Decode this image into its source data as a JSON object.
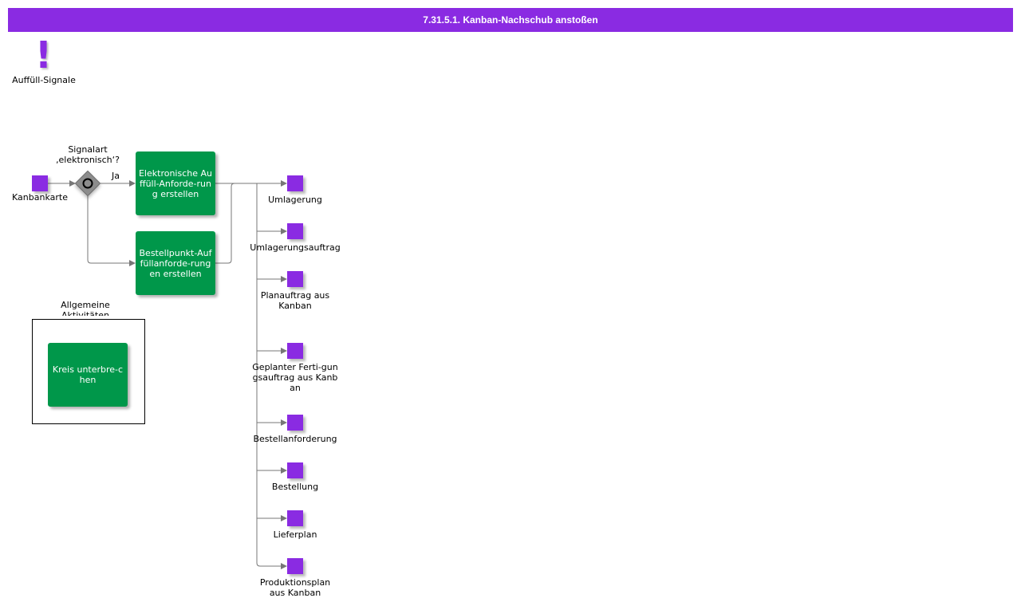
{
  "header": {
    "title": "7.31.5.1. Kanban-Nachschub anstoßen"
  },
  "signal": {
    "label": "Auffüll-Signale",
    "icon": "exclamation-icon"
  },
  "start_event": {
    "label": "Kanbankarte"
  },
  "gateway": {
    "question": "Signalart ‚elektronisch‘?",
    "yes_label": "Ja"
  },
  "activities": {
    "electronic": "Elektronische Auffüll-Anforde-rung erstellen",
    "reorder": "Bestellpunkt-Auffüllanforde-rungen erstellen",
    "break_circle": "Kreis unterbre-chen"
  },
  "group": {
    "label": "Allgemeine Aktivitäten"
  },
  "outputs": [
    "Umlagerung",
    "Umlagerungsauftrag",
    "Planauftrag aus Kanban",
    "Geplanter Ferti-gungsauftrag aus Kanban",
    "Bestellanforderung",
    "Bestellung",
    "Lieferplan",
    "Produktionsplan aus Kanban"
  ],
  "colors": {
    "accent": "#8a2be2",
    "activity": "#00974a",
    "connector": "#777777",
    "gateway": "#8c8c8c"
  }
}
